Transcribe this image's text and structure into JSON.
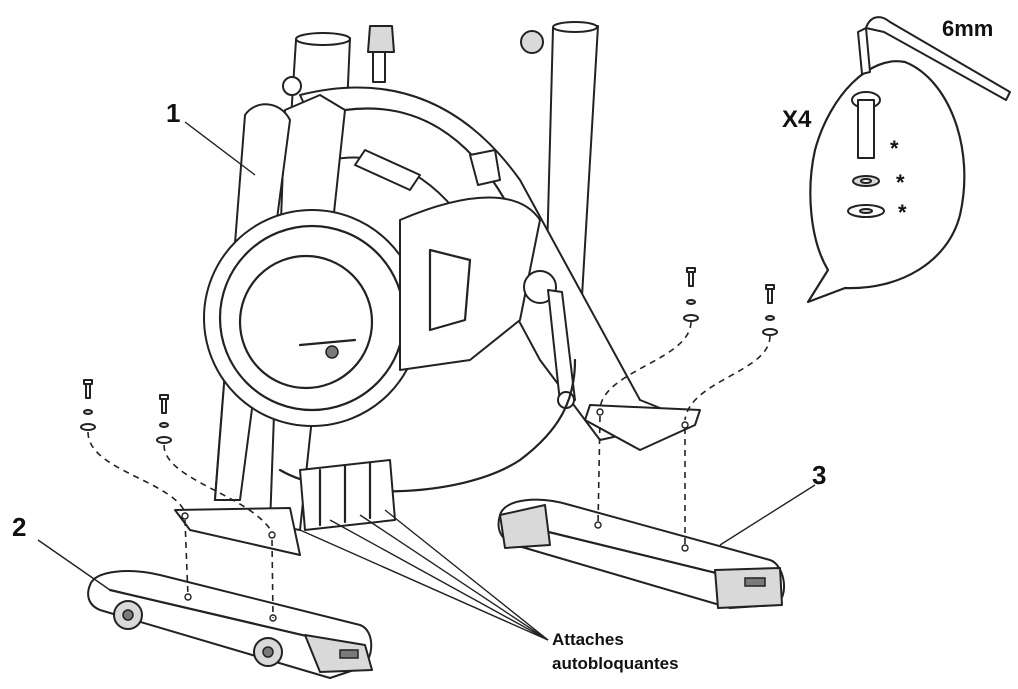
{
  "labels": {
    "part_1": "1",
    "part_2": "2",
    "part_3": "3",
    "quantity": "X4",
    "tool_size": "6mm",
    "hardware_marks": [
      "*",
      "*",
      "*"
    ],
    "note_line1": "Attaches",
    "note_line2": "autobloquantes"
  }
}
